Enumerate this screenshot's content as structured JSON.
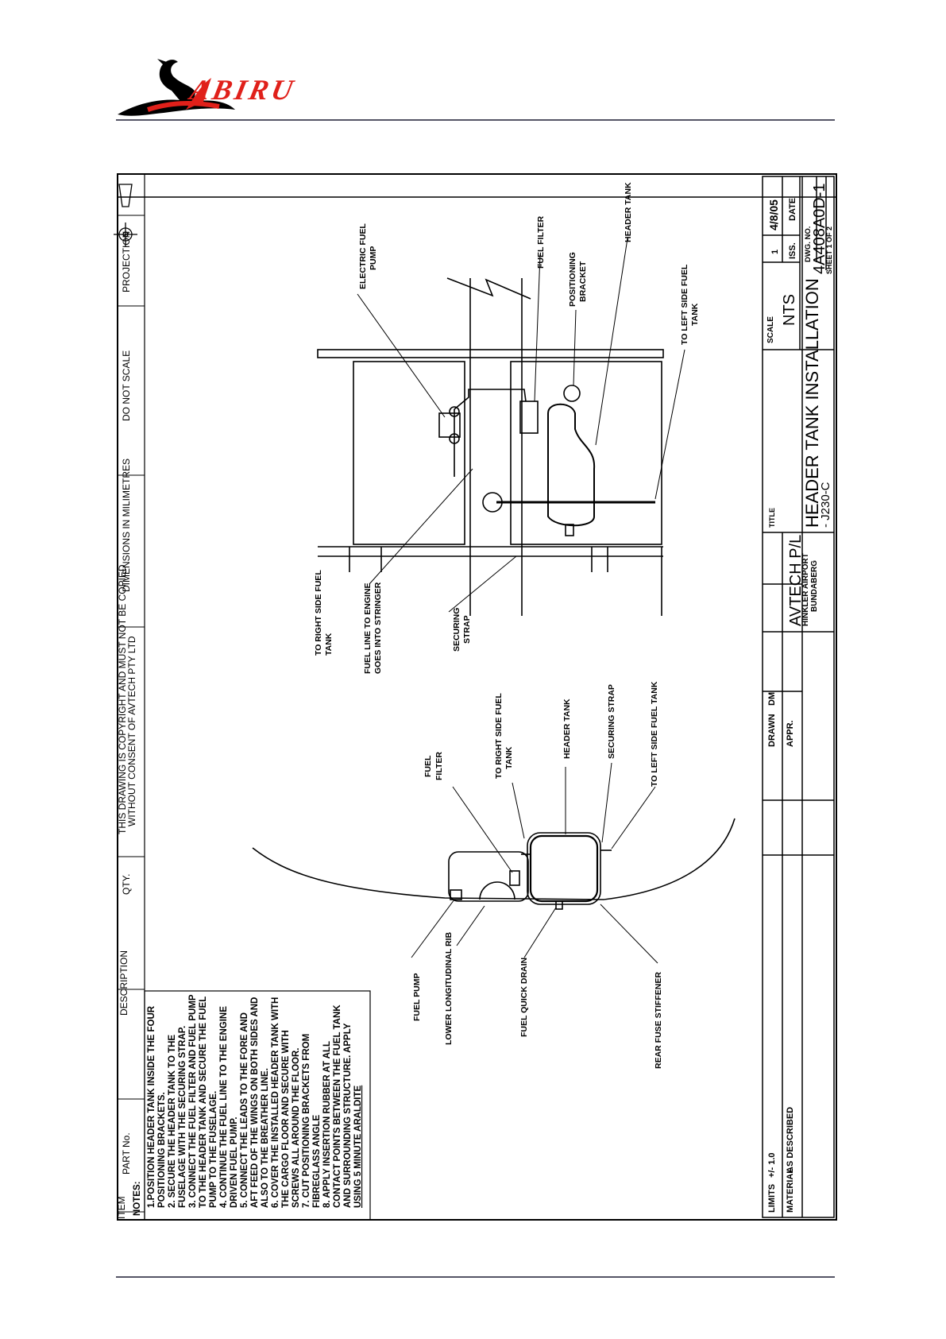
{
  "logo": {
    "text": "ABIRU",
    "colors": {
      "red": "#e0201a",
      "black": "#000000"
    }
  },
  "header": {
    "copyright_1": "THIS DRAWING IS COPYRIGHT AND MUST NOT BE COPIED",
    "copyright_2": "WITHOUT CONSENT OF AVTECH PTY LTD",
    "dimensions": "DIMENSIONS IN MILIMETRES",
    "do_not_scale": "DO NOT SCALE",
    "projection": "PROJECTION"
  },
  "parts_table": {
    "col_item": "ITEM",
    "col_part_no": "PART No.",
    "col_description": "DESCRIPTION",
    "col_qty": "QTY.",
    "notes_title": "NOTES:",
    "notes": [
      "1.POSITION HEADER TANK INSIDE THE FOUR",
      "POSITIONING BRACKETS.",
      "2. SECURE THE HEADER TANK TO THE",
      "FUSELAGE WITH THE SECURING STRAP.",
      "3. CONNECT THE FUEL FILTER AND FUEL PUMP",
      "TO THE HEADER TANK AND SECURE THE FUEL",
      "PUMP TO THE FUSELAGE.",
      "4. CONTINUE THE FUEL LINE TO THE ENGINE",
      "DRIVEN FUEL PUMP.",
      "5. CONNECT THE LEADS TO THE FORE AND",
      "AFT FEED OF THE WINGS ON BOTH SIDES AND",
      "ALSO TO THE BREATHER LINE.",
      "6. COVER THE INSTALLED HEADER TANK WITH",
      "THE CARGO FLOOR AND SECURE WITH",
      "SCREWS ALL AROUND THE FLOOR.",
      "7. CUT POSITIONING BRACKETS FROM",
      "FIBREGLASS ANGLE",
      "8. APPLY INSERTION RUBBER AT ALL",
      "CONTACT POINTS BETWEEN THE FUEL TANK",
      "AND SURROUNDING STRUCTURE.  APPLY",
      "USING 5 MINUTE ARALDITE"
    ]
  },
  "section_view": {
    "fuel_pump": "FUEL  PUMP",
    "lower_rib": "LOWER  LONGITUDINAL  RIB",
    "fuel_quick_drain": "FUEL  QUICK  DRAIN",
    "rear_fuse_stiffener": "REAR  FUSE  STIFFENER",
    "fuel_filter_1": "FUEL",
    "fuel_filter_2": "FILTER",
    "to_right_tank_1": "TO RIGHT SIDE FUEL",
    "to_right_tank_2": "TANK",
    "header_tank": "HEADER TANK",
    "securing_strap": "SECURING STRAP",
    "to_left_tank": "TO LEFT SIDE FUEL TANK"
  },
  "plan_view": {
    "to_right_tank_1": "TO RIGHT SIDE FUEL",
    "to_right_tank_2": "TANK",
    "fuel_line_1": "FUEL LINE TO ENGINE",
    "fuel_line_2": "GOES INTO STRINGER",
    "securing_strap_1": "SECURING",
    "securing_strap_2": "STRAP",
    "electric_pump_1": "ELECTRIC FUEL",
    "electric_pump_2": "PUMP",
    "fuel_filter": "FUEL FILTER",
    "positioning_1": "POSITIONING",
    "positioning_2": "BRACKET",
    "header_tank": "HEADER TANK",
    "to_left_tank_1": "TO LEFT SIDE FUEL",
    "to_left_tank_2": "TANK"
  },
  "title_block": {
    "limits_label": "LIMITS",
    "limits_value": "+/-  1.0",
    "material_label": "MATERIAL",
    "material_value": "AS  DESCRIBED",
    "drawn_label": "DRAWN",
    "drawn_value": "DM",
    "appr_label": "APPR.",
    "company": "AVTECH  P/L",
    "address_1": "HINKLER  AIRPORT",
    "address_2": "BUNDABERG",
    "title_label": "TITLE",
    "title": "HEADER TANK INSTALLATION",
    "subtitle": "- J230-C",
    "scale_label": "SCALE",
    "scale_value": "NTS",
    "iss_value": "1",
    "iss_label": "ISS.",
    "date_value": "4/8/05",
    "date_label": "DATE",
    "dwg_label": "DWG. NO.",
    "dwg_no": "4A408A0D-1",
    "sheet": "SHEET  1    OF  2"
  }
}
